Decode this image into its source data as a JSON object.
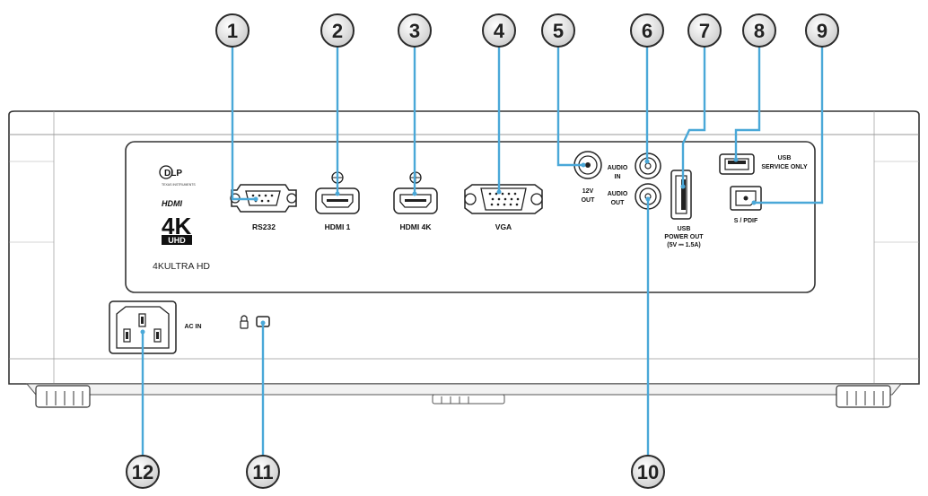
{
  "diagram": {
    "brand": {
      "dlp": "DLP",
      "dlp_sub": "TEXAS INSTRUMENTS",
      "hdmi": "HDMI",
      "k4": "4K",
      "uhd": "UHD",
      "ultra_hd": "4KULTRA HD"
    },
    "ports": {
      "rs232": "RS232",
      "hdmi1": "HDMI 1",
      "hdmi4k": "HDMI 4K",
      "vga": "VGA",
      "out12v_1": "12V",
      "out12v_2": "OUT",
      "audio_in_1": "AUDIO",
      "audio_in_2": "IN",
      "audio_out_1": "AUDIO",
      "audio_out_2": "OUT",
      "usb_power_1": "USB",
      "usb_power_2": "POWER OUT",
      "usb_power_3": "(5V ⎓ 1.5A)",
      "usb_service_1": "USB",
      "usb_service_2": "SERVICE ONLY",
      "spdif": "S / PDIF",
      "ac_in": "AC IN"
    },
    "callouts": [
      "1",
      "2",
      "3",
      "4",
      "5",
      "6",
      "7",
      "8",
      "9",
      "10",
      "11",
      "12"
    ],
    "colors": {
      "leader_line": "#4aa8d8",
      "bubble_fill": "#e6e6e6",
      "outline": "#2b2b2b"
    }
  }
}
